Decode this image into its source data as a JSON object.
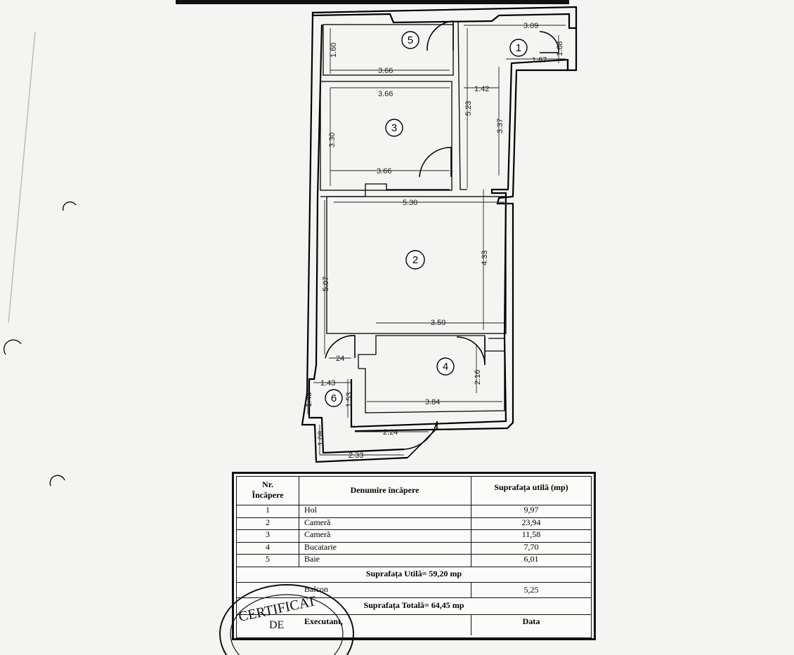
{
  "plan": {
    "rooms": {
      "r1": "1",
      "r2": "2",
      "r3": "3",
      "r4": "4",
      "r5": "5",
      "r6": "6"
    },
    "dims": {
      "d309": "3.09",
      "d168": "1.68",
      "d167": "1.67",
      "d160": "1.60",
      "d366a": "3.66",
      "d366b": "3.66",
      "d142": "1.42",
      "d523": "5.23",
      "d337": "3.37",
      "d330": "3.30",
      "d366c": "3.66",
      "d530": "5.30",
      "d433": "4.33",
      "d507": "5.07",
      "d359": "3.59",
      "d24": "24",
      "d216": "2.16",
      "d143": "1.43",
      "d148": "1.48",
      "d153": "1.53",
      "d384": "3.84",
      "d224": "2.24",
      "d108": "1.08",
      "d233": "2.33"
    }
  },
  "table": {
    "headers": {
      "nr_line1": "Nr.",
      "nr_line2": "Încăpere",
      "name": "Denumire încăpere",
      "area": "Suprafața utilă (mp)"
    },
    "rows": [
      {
        "nr": "1",
        "name": "Hol",
        "area": "9,97"
      },
      {
        "nr": "2",
        "name": "Cameră",
        "area": "23,94"
      },
      {
        "nr": "3",
        "name": "Cameră",
        "area": "11,58"
      },
      {
        "nr": "4",
        "name": "Bucatarie",
        "area": "7,70"
      },
      {
        "nr": "5",
        "name": "Baie",
        "area": "6,01"
      }
    ],
    "useful_total": "Suprafața Utilă= 59,20 mp",
    "balcony_name": "Balcon",
    "balcony_area": "5,25",
    "grand_total": "Suprafața Totală= 64,45 mp",
    "executant": "Executant,",
    "date": "Data"
  },
  "stamp": {
    "line1": "CERTIFICAT",
    "line2": "DE"
  }
}
